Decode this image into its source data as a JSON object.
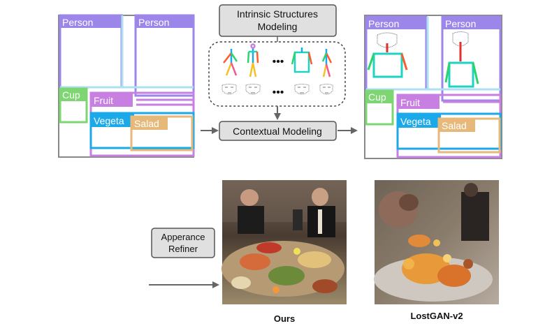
{
  "left_layout": {
    "boxes": [
      {
        "label": "Person",
        "color": "#9c86e9"
      },
      {
        "label": "Person",
        "color": "#9c86e9"
      },
      {
        "label": "Cup",
        "color": "#7ed672"
      },
      {
        "label": "Fruit",
        "color": "#c77fe2"
      },
      {
        "label": "Vegeta",
        "color": "#1ba9e9"
      },
      {
        "label": "Salad",
        "color": "#e6b97a"
      }
    ]
  },
  "right_layout": {
    "boxes": [
      {
        "label": "Person",
        "color": "#9c86e9"
      },
      {
        "label": "Person",
        "color": "#9c86e9"
      },
      {
        "label": "Cup",
        "color": "#7ed672"
      },
      {
        "label": "Fruit",
        "color": "#c77fe2"
      },
      {
        "label": "Vegeta",
        "color": "#1ba9e9"
      },
      {
        "label": "Salad",
        "color": "#e6b97a"
      }
    ]
  },
  "intrinsic": {
    "label_line1": "Intrinsic Structures",
    "label_line2": "Modeling",
    "ellipsis_top": "•••",
    "ellipsis_bottom": "•••"
  },
  "contextual": {
    "label": "Contextual Modeling"
  },
  "refiner": {
    "label_line1": "Apperance",
    "label_line2": "Refiner"
  },
  "captions": {
    "ours": "Ours",
    "lostgan": "LostGAN-v2"
  },
  "colors": {
    "gray_box": "#e0e0e0",
    "gray_border": "#555555",
    "arrow": "#666666"
  }
}
